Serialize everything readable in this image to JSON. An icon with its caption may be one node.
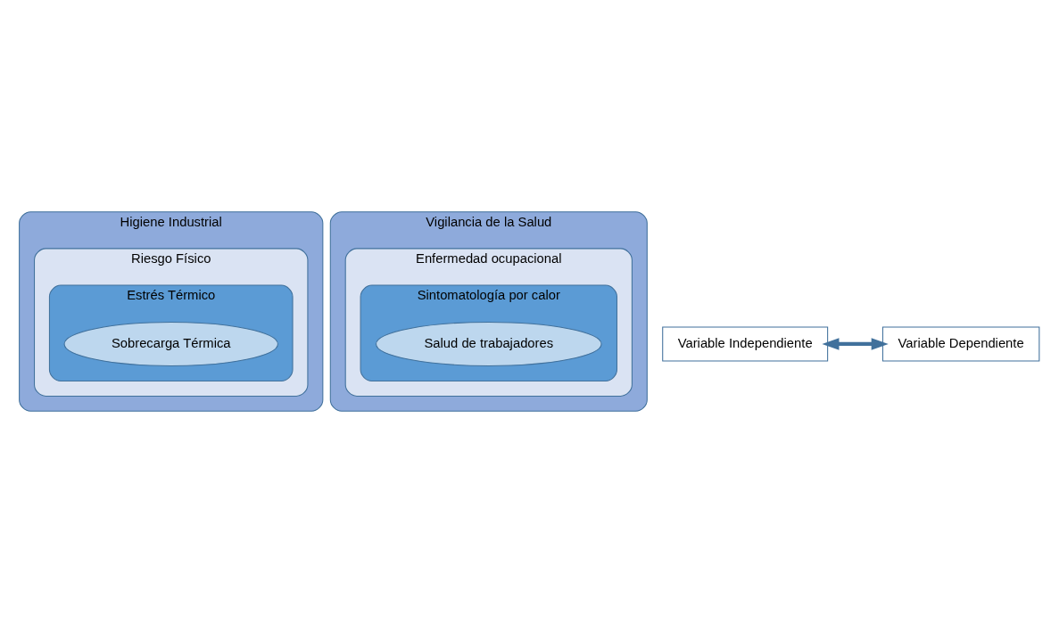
{
  "diagram": {
    "nodes": [
      {
        "text": [
          "Higiene Industrial"
        ]
      },
      {
        "text": [
          "Riesgo Físico"
        ],
        "in": 0
      },
      {
        "text": [
          "Estrés Térmico"
        ],
        "in": 1
      },
      {
        "text": [
          "Sobrecarga Térmica"
        ],
        "in": 2
      },
      {
        "text": [
          "Vigilancia de la Salud"
        ]
      },
      {
        "text": [
          "Enfermedad ocupacional"
        ],
        "in": 4
      },
      {
        "text": [
          "Sintomatología por calor"
        ],
        "in": 5
      },
      {
        "text": [
          "Salud de trabajadores"
        ],
        "in": 6
      },
      {
        "text": [
          "Variable Independiente"
        ]
      },
      {
        "text": [
          "Variable Dependiente"
        ]
      }
    ],
    "edges": [
      {
        "from": 8,
        "to": 9,
        "arrow": "both"
      }
    ]
  }
}
